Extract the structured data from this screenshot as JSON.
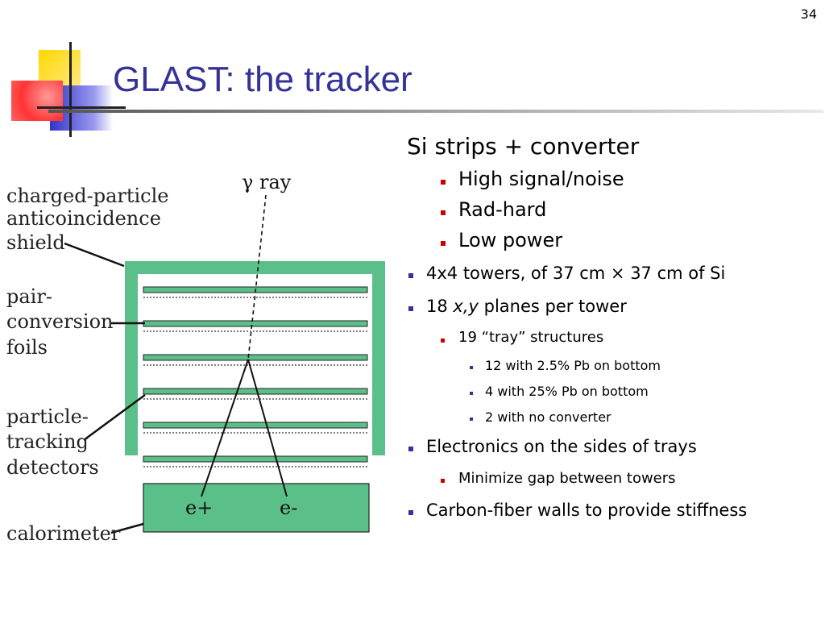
{
  "slide": {
    "number": "34",
    "title": "GLAST: the tracker"
  },
  "diagram": {
    "gamma_label": "γ ray",
    "left_labels": [
      {
        "lines": [
          "charged-particle",
          "anticoincidence",
          "shield"
        ]
      },
      {
        "lines": [
          "pair-",
          "conversion",
          "foils"
        ]
      },
      {
        "lines": [
          "particle-",
          "tracking",
          "detectors"
        ]
      },
      {
        "lines": [
          "calorimeter"
        ]
      }
    ],
    "electron_plus": "e+",
    "electron_minus": "e-",
    "colors": {
      "shield": "#5bbf8a",
      "tray": "#5bbf8a",
      "calorimeter": "#5bbf8a"
    }
  },
  "bullets": {
    "heading": "Si strips + converter",
    "heading_items": [
      "High signal/noise",
      "Rad-hard",
      "Low power"
    ],
    "items": [
      {
        "text": "4x4 towers, of 37 cm × 37 cm of Si"
      },
      {
        "pre": "18 ",
        "italic": "x,y",
        "post": " planes per tower",
        "sub": [
          {
            "text": "19 “tray” structures",
            "sub": [
              "12 with 2.5% Pb on bottom",
              "4 with 25% Pb on bottom",
              "2 with no converter"
            ]
          }
        ]
      },
      {
        "text": "Electronics on the sides of trays",
        "sub": [
          {
            "text": "Minimize gap between towers"
          }
        ]
      },
      {
        "text": "Carbon-fiber walls to provide stiffness"
      }
    ]
  }
}
